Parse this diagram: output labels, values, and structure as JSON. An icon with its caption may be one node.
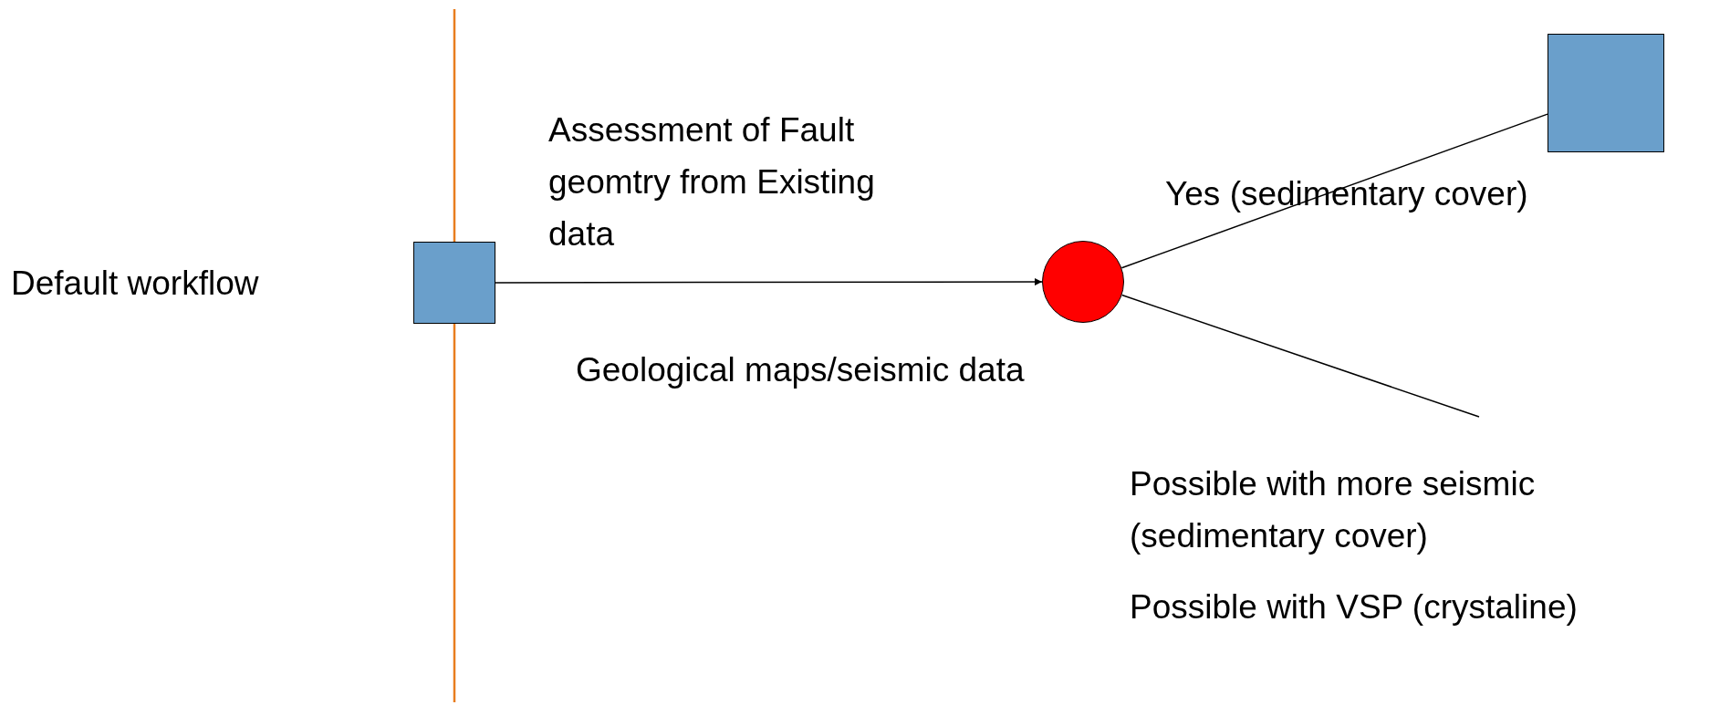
{
  "diagram": {
    "nodes": [
      {
        "text": [],
        "shape": "box"
      },
      {
        "text": [],
        "shape": "circle"
      },
      {
        "text": [],
        "shape": "box"
      }
    ],
    "edges": [
      {
        "from": 0,
        "to": 1,
        "arrow": "to"
      },
      {
        "from": 1,
        "to": 2,
        "arrow": "none"
      },
      {
        "from": 1,
        "to": null,
        "arrow": "none"
      }
    ],
    "labels": [
      "Default workflow",
      "Assessment of Fault geomtry from Existing data",
      "Yes (sedimentary cover)",
      "Geological maps/seismic data",
      "Possible with more seismic (sedimentary cover)",
      "Possible with VSP (crystaline)"
    ]
  }
}
